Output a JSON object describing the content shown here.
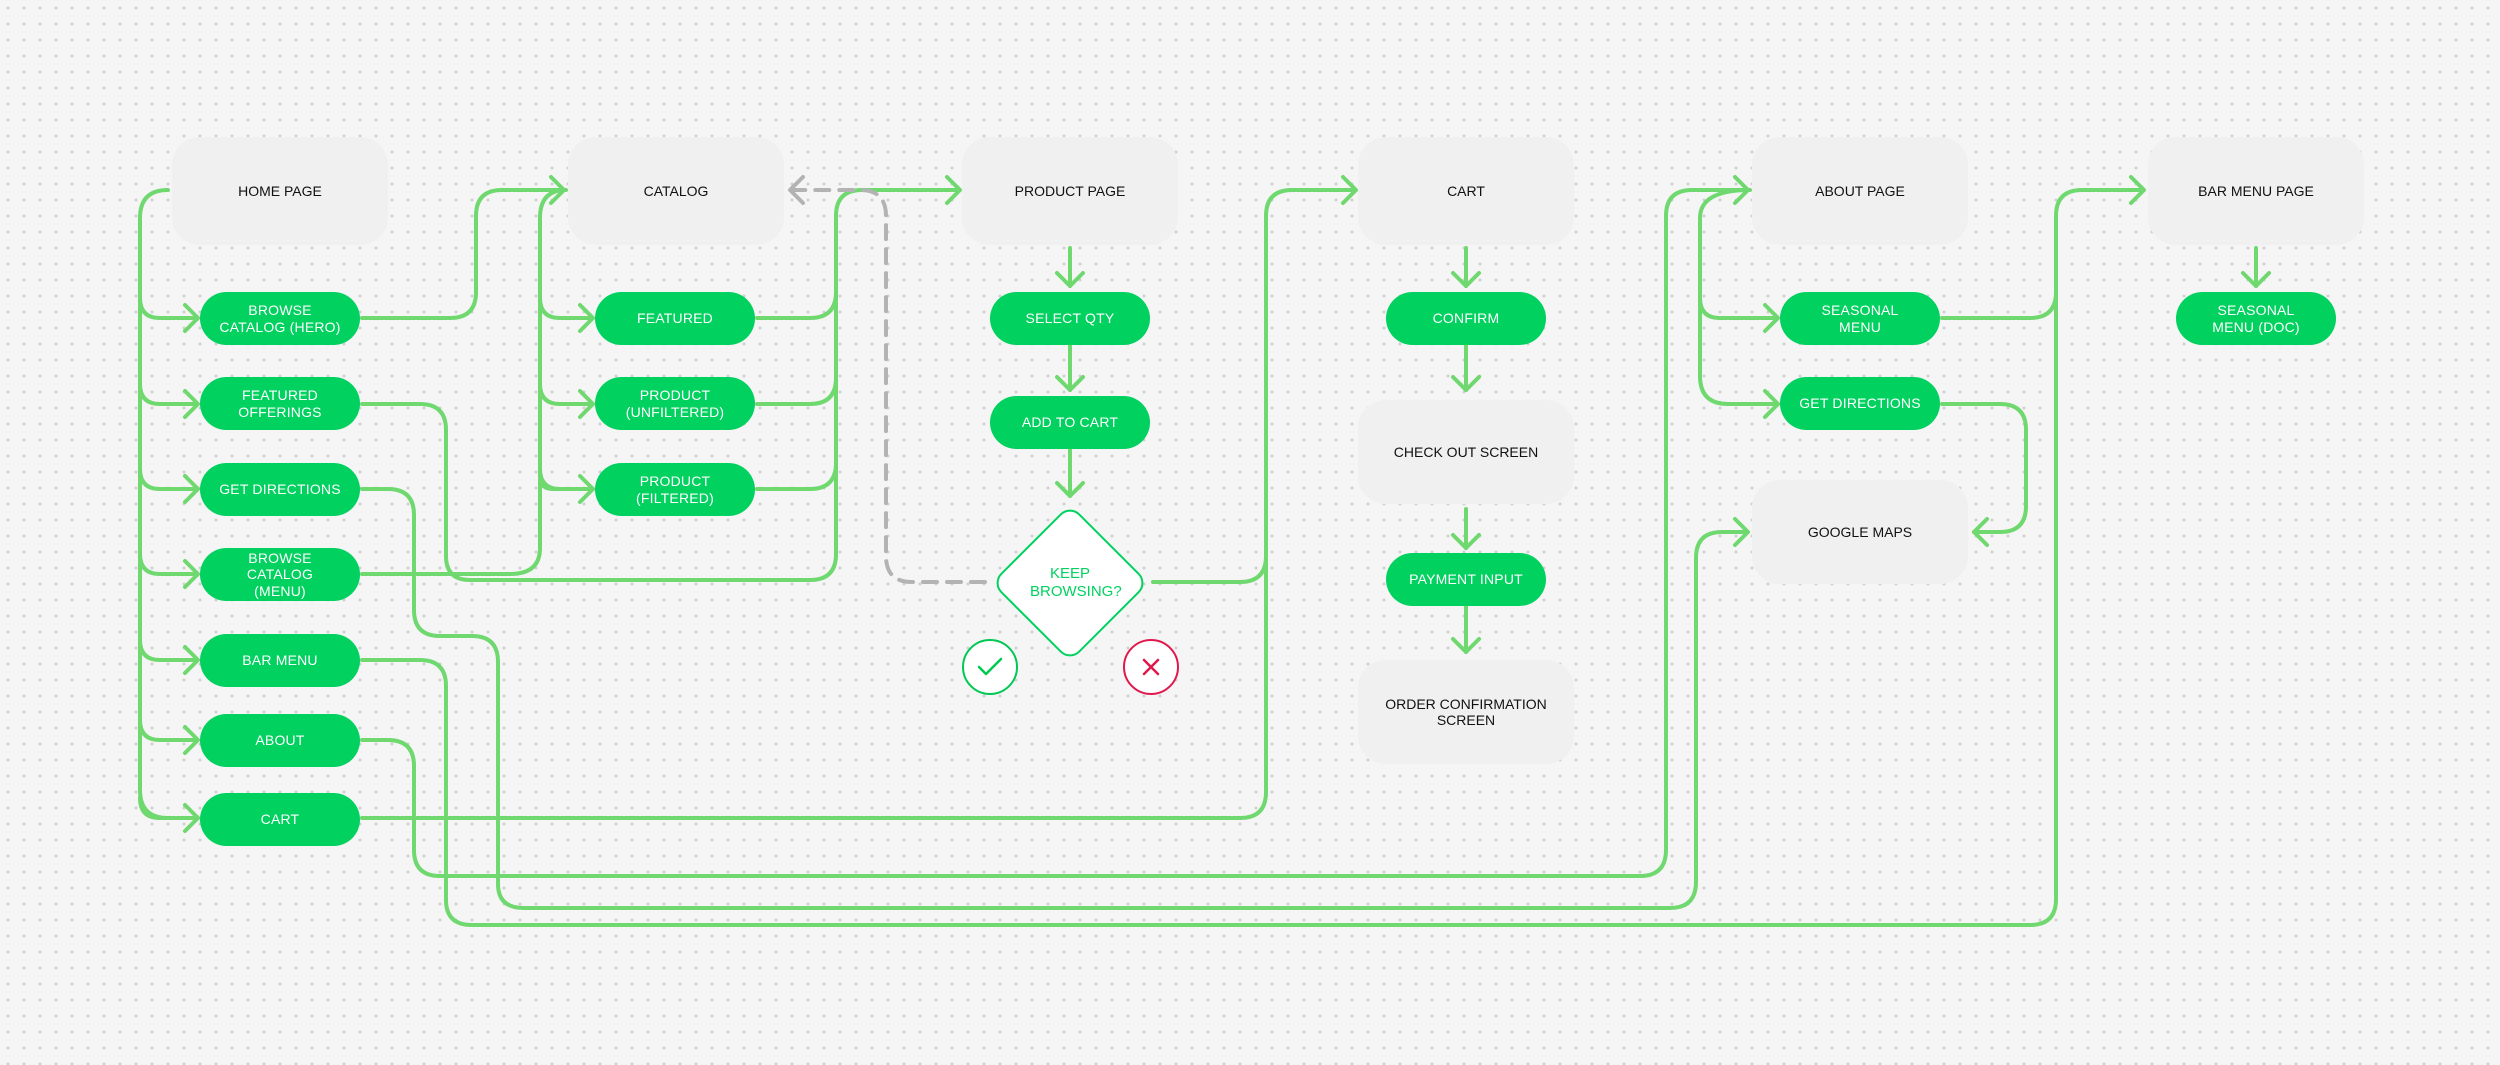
{
  "colors": {
    "flow": "#6fd86f",
    "return_flow": "#b3b3b3",
    "action": "#00d15f",
    "page": "#f0f0f0",
    "confirm": "#00c853",
    "cancel": "#e0194c"
  },
  "pages": {
    "home": "HOME PAGE",
    "catalog": "CATALOG",
    "product": "PRODUCT PAGE",
    "cart": "CART",
    "about": "ABOUT PAGE",
    "barmenu": "BAR MENU PAGE",
    "checkout": "CHECK OUT SCREEN",
    "order_confirmation": "ORDER CONFIRMATION SCREEN",
    "google_maps": "GOOGLE MAPS"
  },
  "home_actions": {
    "browse_catalog_hero": "BROWSE CATALOG (HERO)",
    "featured_offerings": "FEATURED OFFERINGS",
    "get_directions": "GET DIRECTIONS",
    "browse_catalog_menu": "BROWSE CATALOG (MENU)",
    "bar_menu": "BAR MENU",
    "about": "ABOUT",
    "cart": "CART"
  },
  "catalog_actions": {
    "featured": "FEATURED",
    "product_unfiltered": "PRODUCT (UNFILTERED)",
    "product_filtered": "PRODUCT (FILTERED)"
  },
  "product_actions": {
    "select_qty": "SELECT QTY",
    "add_to_cart": "ADD TO CART"
  },
  "decision": {
    "question": "KEEP BROWSING?",
    "yes_icon": "checkmark-icon",
    "no_icon": "x-icon"
  },
  "cart_actions": {
    "confirm": "CONFIRM",
    "payment_input": "PAYMENT INPUT"
  },
  "about_actions": {
    "seasonal_menu": "SEASONAL MENU",
    "get_directions": "GET DIRECTIONS"
  },
  "barmenu_actions": {
    "seasonal_menu_doc": "SEASONAL MENU (DOC)"
  }
}
